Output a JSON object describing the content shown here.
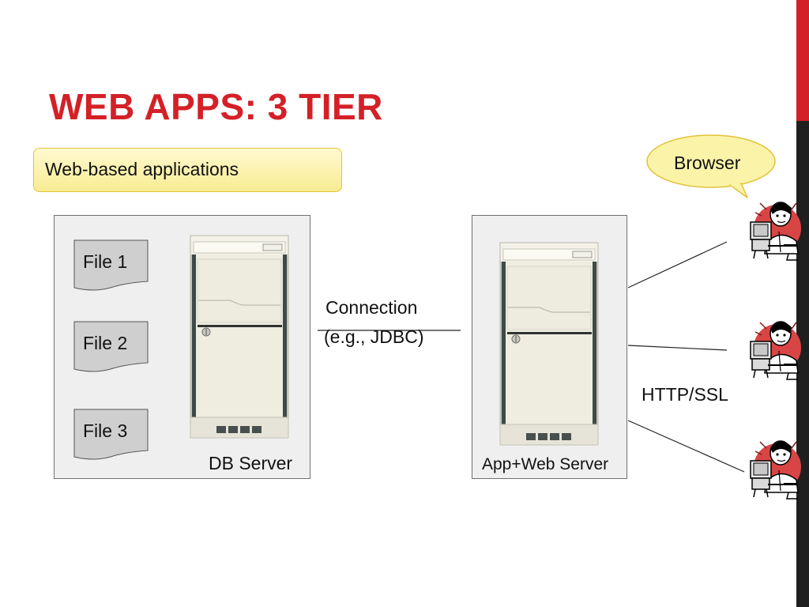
{
  "slide": {
    "title": "WEB APPS: 3 TIER",
    "subtitle_box": "Web-based applications"
  },
  "colors": {
    "title": "#d42027",
    "edge_red": "#d42027",
    "edge_dark": "#1f1f1f",
    "note_fill": "#fbf3a8",
    "panel_fill": "#efefef"
  },
  "db_panel": {
    "files": [
      "File 1",
      "File 2",
      "File 3"
    ],
    "server_label": "DB Server"
  },
  "connection": {
    "line1": "Connection",
    "line2": "(e.g., JDBC)"
  },
  "app_panel": {
    "server_label": "App+Web Server"
  },
  "protocol_label": "HTTP/SSL",
  "browser_callout": "Browser",
  "icons": {
    "server": "server-tower-icon",
    "file": "document-icon",
    "client": "user-at-computer-icon"
  }
}
